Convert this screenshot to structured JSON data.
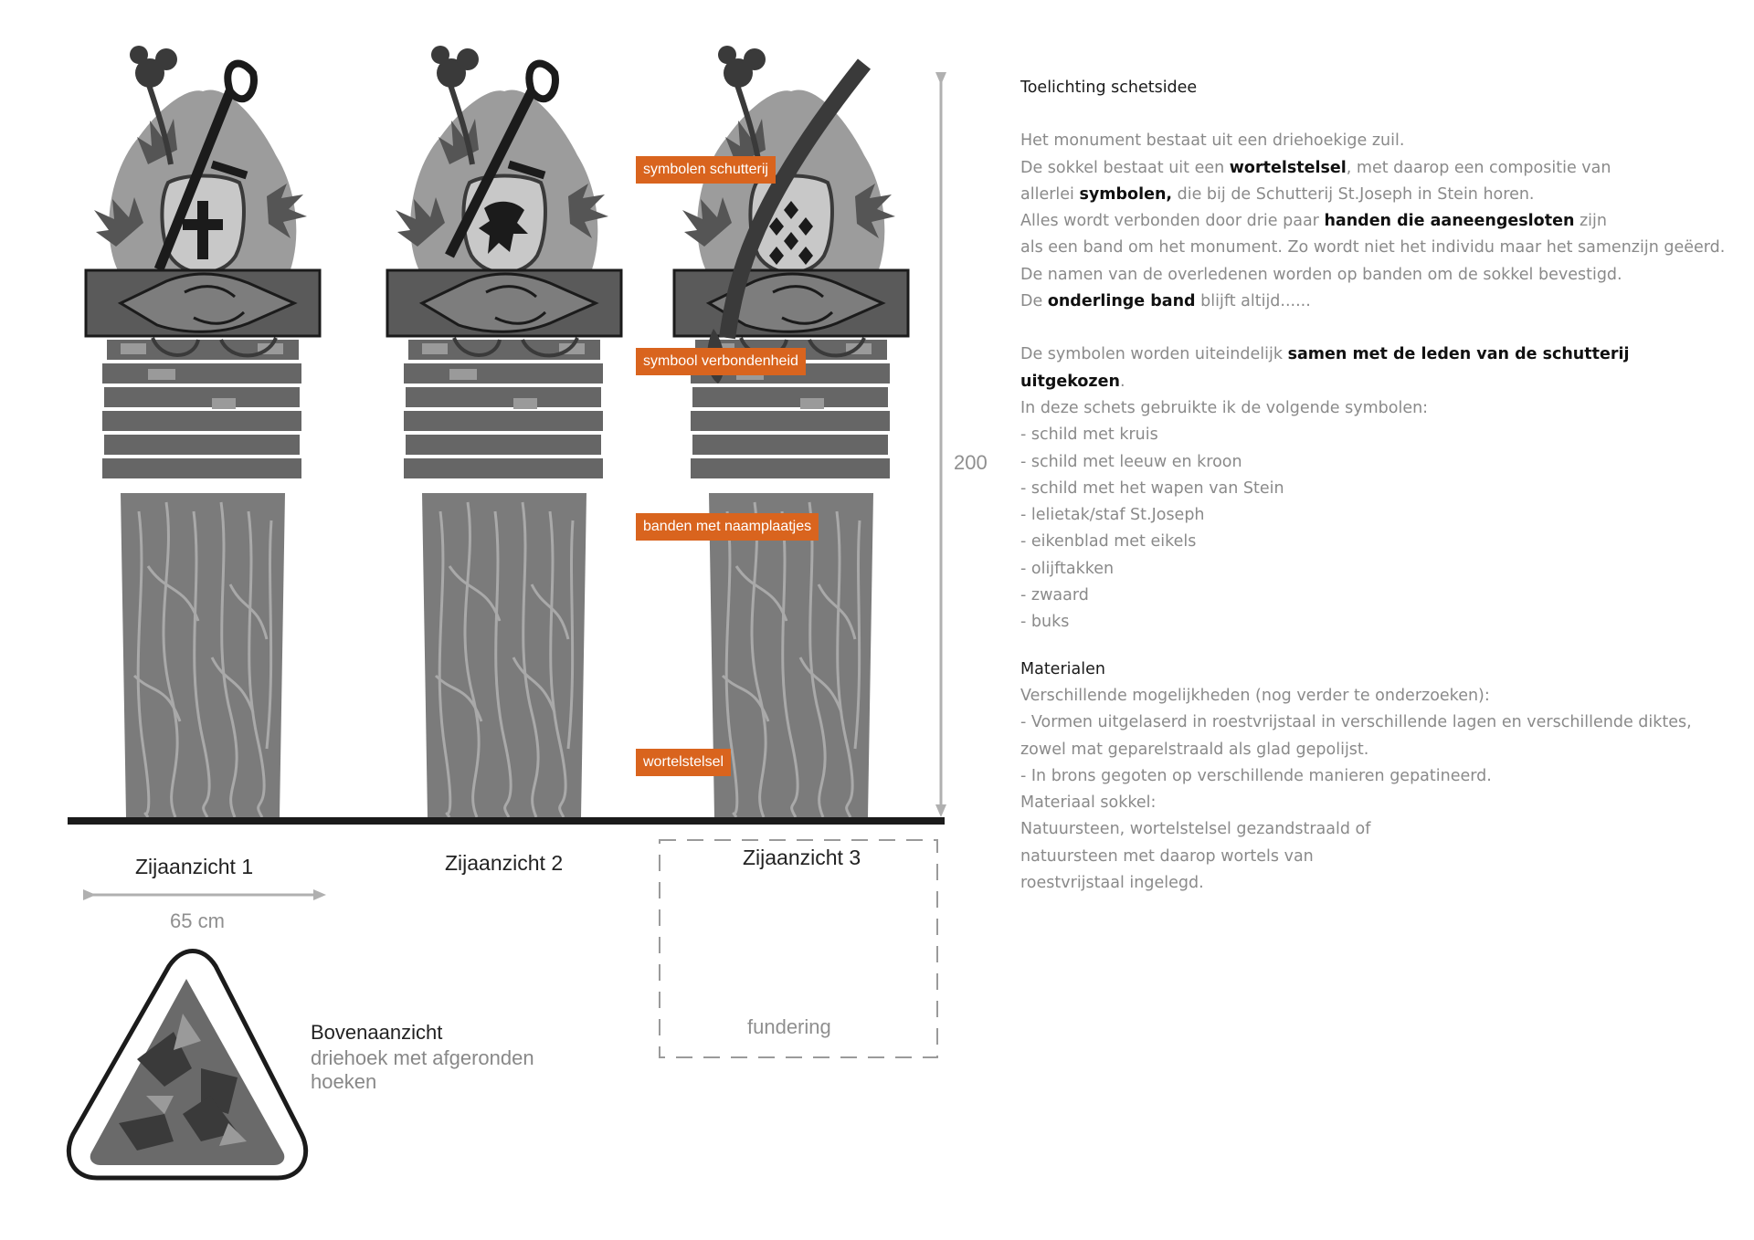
{
  "diagram": {
    "views": [
      {
        "label": "Zijaanzicht 1",
        "shield_icon": "cross-shield-icon"
      },
      {
        "label": "Zijaanzicht 2",
        "shield_icon": "lion-shield-icon"
      },
      {
        "label": "Zijaanzicht 3",
        "shield_icon": "lozenge-shield-icon"
      }
    ],
    "tags": {
      "symbols": "symbolen schutterij",
      "connection": "symbool verbondenheid",
      "bands": "banden met naamplaatjes",
      "roots": "wortelstelsel"
    },
    "height_dim": "200",
    "width_dim": "65 cm",
    "foundation": "fundering",
    "top_view": {
      "title": "Bovenaanzicht",
      "subtitle_line1": "driehoek met afgeronden",
      "subtitle_line2": "hoeken"
    },
    "colors": {
      "accent": "#d9641e",
      "sketch_gray": "#777777",
      "dark": "#1b1b1b"
    }
  },
  "text": {
    "title": "Toelichting schetsidee",
    "para1": {
      "l1": "Het monument bestaat uit een driehoekige zuil.",
      "l2a": "De sokkel bestaat uit een ",
      "l2b": "wortelstelsel",
      "l2c": ", met daarop een compositie van",
      "l3a": "allerlei ",
      "l3b": "symbolen,",
      "l3c": " die bij de Schutterij St.Joseph in Stein horen.",
      "l4a": "Alles wordt verbonden door drie paar ",
      "l4b": "handen die aaneengesloten",
      "l4c": " zijn",
      "l5": "als een band om het monument. Zo wordt niet het individu maar het samenzijn geëerd.",
      "l6": "De namen van de overledenen worden op banden om de sokkel bevestigd.",
      "l7a": "De ",
      "l7b": "onderlinge band",
      "l7c": " blijft altijd......"
    },
    "para2": {
      "l1a": "De symbolen worden uiteindelijk ",
      "l1b": "samen met de leden van de schutterij uitgekozen",
      "l1c": ".",
      "l2": "In deze schets gebruikte ik de volgende symbolen:",
      "items": [
        "- schild met kruis",
        "- schild met leeuw en kroon",
        "- schild met het wapen van Stein",
        "- lelietak/staf St.Joseph",
        "- eikenblad met eikels",
        "- olijftakken",
        "- zwaard",
        "- buks"
      ]
    },
    "materials": {
      "title": "Materialen",
      "lines": [
        "Verschillende mogelijkheden (nog verder te onderzoeken):",
        "- Vormen uitgelaserd in roestvrijstaal in verschillende lagen en verschillende diktes,",
        "zowel mat geparelstraald als glad gepolijst.",
        "- In brons gegoten op verschillende manieren gepatineerd.",
        "Materiaal sokkel:",
        "Natuursteen, wortelstelsel gezandstraald of",
        "natuursteen met daarop wortels van",
        "roestvrijstaal ingelegd."
      ]
    }
  }
}
